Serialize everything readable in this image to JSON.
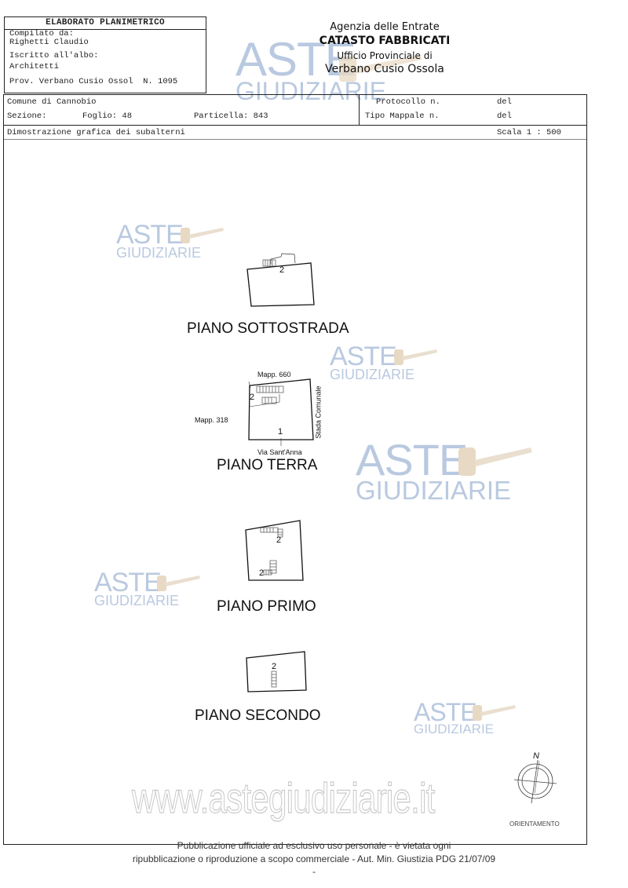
{
  "header": {
    "title": "ELABORATO PLANIMETRICO",
    "compilato_label": "Compilato da:",
    "compilato_value": "Righetti Claudio",
    "albo_label": "Iscritto all'albo:",
    "albo_value": "Architetti",
    "prov": "Prov. Verbano Cusio Ossol  N. 1095"
  },
  "agency": {
    "line1": "Agenzia delle Entrate",
    "line2": "CATASTO FABBRICATI",
    "line3": "Ufficio Provinciale di",
    "line4": "Verbano Cusio Ossola"
  },
  "cadastral": {
    "comune": "Comune di Cannobio",
    "sezione_label": "Sezione:",
    "foglio": "Foglio: 48",
    "particella": "Particella: 843",
    "protocollo_label": "Protocollo n.",
    "protocollo_del": "del",
    "tipo_mappale_label": "Tipo Mappale n.",
    "tipo_mappale_del": "del",
    "dimostrazione": "Dimostrazione grafica dei subalterni",
    "scala": "Scala 1 : 500"
  },
  "plans": [
    {
      "label": "PIANO SOTTOSTRADA",
      "subalterni": [
        "2"
      ]
    },
    {
      "label": "PIANO TERRA",
      "subalterni": [
        "1",
        "2"
      ],
      "annotations": {
        "north": "Mapp. 660",
        "west": "Mapp. 318",
        "east": "Stada Comunale",
        "south": "Via Sant'Anna"
      }
    },
    {
      "label": "PIANO PRIMO",
      "subalterni": [
        "2",
        "2"
      ]
    },
    {
      "label": "PIANO SECONDO",
      "subalterni": [
        "2"
      ]
    }
  ],
  "orientation": {
    "north_letter": "N",
    "label": "ORIENTAMENTO"
  },
  "watermark": {
    "aste": "ASTE",
    "giudiziarie": "GIUDIZIARIE",
    "url": "www.astegiudiziarie.it"
  },
  "footer": {
    "line1": "Pubblicazione ufficiale ad esclusivo uso personale - è vietata ogni",
    "line2": "ripubblicazione o riproduzione a scopo commerciale - Aut. Min. Giustizia PDG 21/07/09",
    "line3": "-"
  },
  "colors": {
    "watermark_blue": "#b9c9e0",
    "watermark_gavel": "#e8d9c4",
    "ink": "#111111"
  }
}
